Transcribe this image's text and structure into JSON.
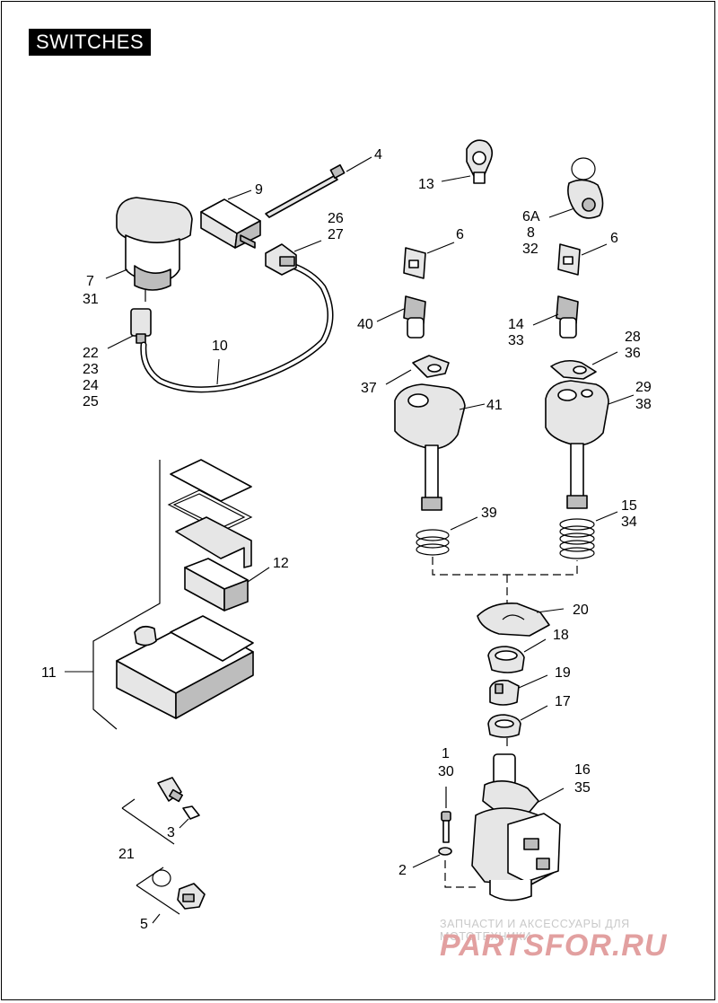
{
  "title": "SWITCHES",
  "labels": {
    "l1": "1",
    "l30": "30",
    "l2": "2",
    "l3": "3",
    "l4": "4",
    "l5": "5",
    "l6a": "6",
    "l6b": "6",
    "l6A": "6A",
    "l8": "8",
    "l32": "32",
    "l7": "7",
    "l31": "31",
    "l9": "9",
    "l10": "10",
    "l11": "11",
    "l12": "12",
    "l13": "13",
    "l14": "14",
    "l33": "33",
    "l15": "15",
    "l34": "34",
    "l16": "16",
    "l35": "35",
    "l17": "17",
    "l18": "18",
    "l19": "19",
    "l20": "20",
    "l21": "21",
    "l22": "22",
    "l23": "23",
    "l24": "24",
    "l25": "25",
    "l26": "26",
    "l27": "27",
    "l28": "28",
    "l36": "36",
    "l29": "29",
    "l38": "38",
    "l37": "37",
    "l39": "39",
    "l40": "40",
    "l41": "41"
  },
  "watermark": {
    "tagline": "ЗАПЧАСТИ И АКСЕССУАРЫ ДЛЯ МОТОТЕХНИКИ",
    "logo": "PARTSFOR.RU"
  },
  "colors": {
    "ink": "#000000",
    "paper": "#ffffff",
    "watermark": "#e2a0a0"
  }
}
